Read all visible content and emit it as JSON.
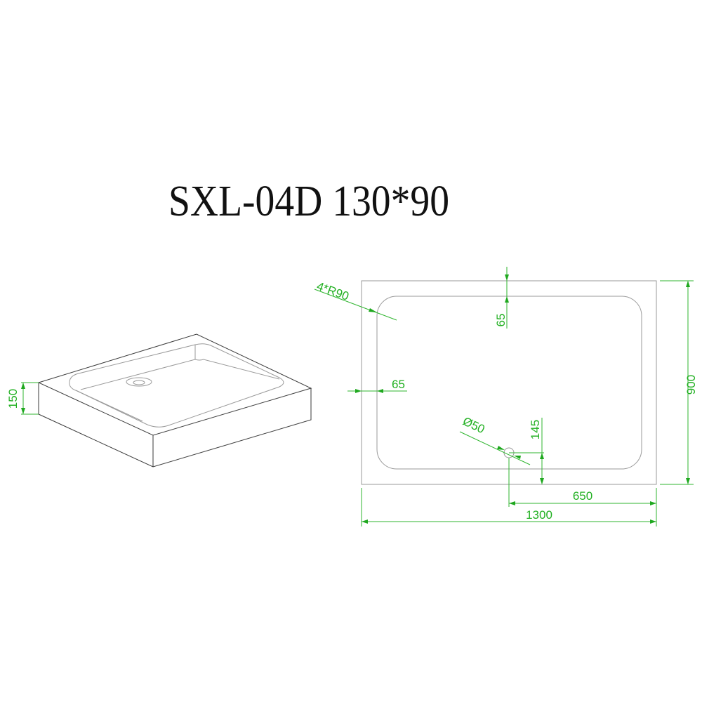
{
  "title": "SXL-04D 130*90",
  "colors": {
    "dimension": "#22b022",
    "outline": "#3a3a3a"
  },
  "isometric_view": {
    "height_label": "150"
  },
  "plan_view": {
    "corner_radius_label": "4*R90",
    "top_rim_label": "65",
    "side_rim_label": "65",
    "drain_diameter_label": "Ø50",
    "drain_offset_label": "145",
    "drain_center_label": "650",
    "width_label": "1300",
    "depth_label": "900"
  }
}
